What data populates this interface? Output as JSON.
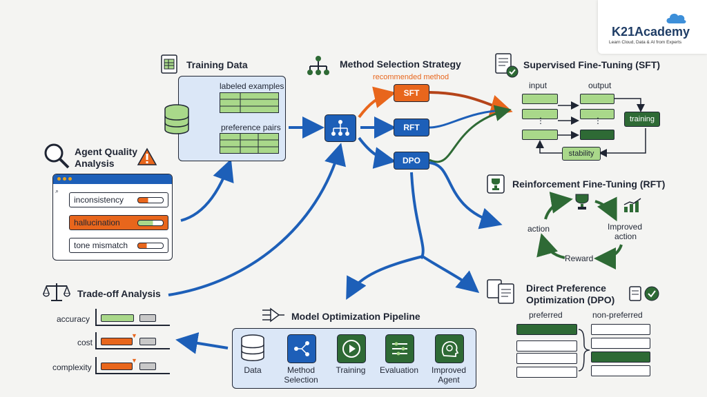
{
  "brand": {
    "name": "K21Academy",
    "tagline": "Learn Cloud, Data & AI from Experts"
  },
  "training_data": {
    "title": "Training Data",
    "labeled": "labeled examples",
    "preference": "preference pairs"
  },
  "agent_quality": {
    "title_line1": "Agent Quality",
    "title_line2": "Analysis",
    "items": [
      "inconsistency",
      "hallucination",
      "tone mismatch"
    ]
  },
  "method_selection": {
    "title": "Method Selection Strategy",
    "recommended": "recommended method",
    "methods": [
      "SFT",
      "RFT",
      "DPO"
    ]
  },
  "sft": {
    "title": "Supervised Fine-Tuning (SFT)",
    "input": "input",
    "output": "output",
    "training": "training",
    "stability": "stability"
  },
  "rft": {
    "title": "Reinforcement Fine-Tuning (RFT)",
    "action": "action",
    "improved_line1": "Improved",
    "improved_line2": "action",
    "reward": "Reward"
  },
  "dpo": {
    "title_line1": "Direct Preference",
    "title_line2": "Optimization (DPO)",
    "preferred": "preferred",
    "non_preferred": "non-preferred"
  },
  "tradeoff": {
    "title": "Trade-off Analysis",
    "rows": [
      "accuracy",
      "cost",
      "complexity"
    ]
  },
  "pipeline": {
    "title": "Model Optimization Pipeline",
    "steps": [
      {
        "line1": "Data",
        "line2": ""
      },
      {
        "line1": "Method",
        "line2": "Selection"
      },
      {
        "line1": "Training",
        "line2": ""
      },
      {
        "line1": "Evaluation",
        "line2": ""
      },
      {
        "line1": "Improved",
        "line2": "Agent"
      }
    ]
  },
  "colors": {
    "blue": "#1d5fb8",
    "orange": "#e8661c",
    "green": "#2e6a35",
    "lightgreen": "#a9d88a",
    "panel": "#dbe7f7"
  }
}
